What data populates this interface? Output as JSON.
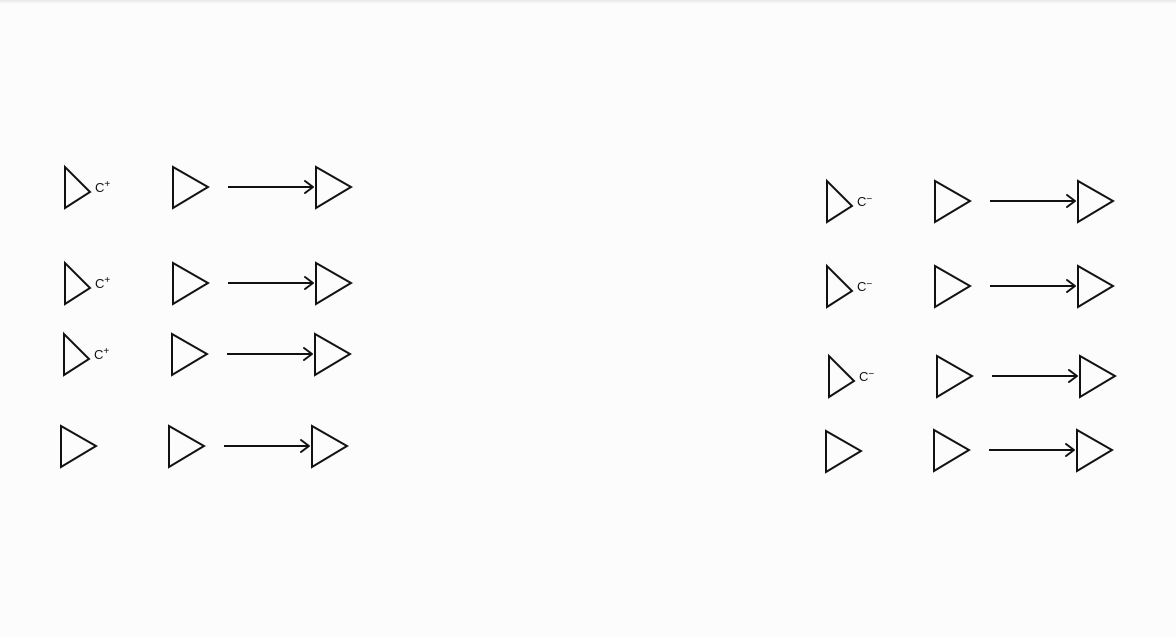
{
  "left_panel": {
    "rows": [
      {
        "label": "C",
        "charge": "+"
      },
      {
        "label": "C",
        "charge": "+"
      },
      {
        "label": "C",
        "charge": "+"
      },
      {
        "label": "",
        "charge": ""
      }
    ]
  },
  "right_panel": {
    "rows": [
      {
        "label": "C",
        "charge": "−"
      },
      {
        "label": "C",
        "charge": "−"
      },
      {
        "label": "C",
        "charge": "−"
      },
      {
        "label": "",
        "charge": ""
      }
    ]
  },
  "colors": {
    "stroke": "#111111",
    "background": "#fcfcfc"
  }
}
